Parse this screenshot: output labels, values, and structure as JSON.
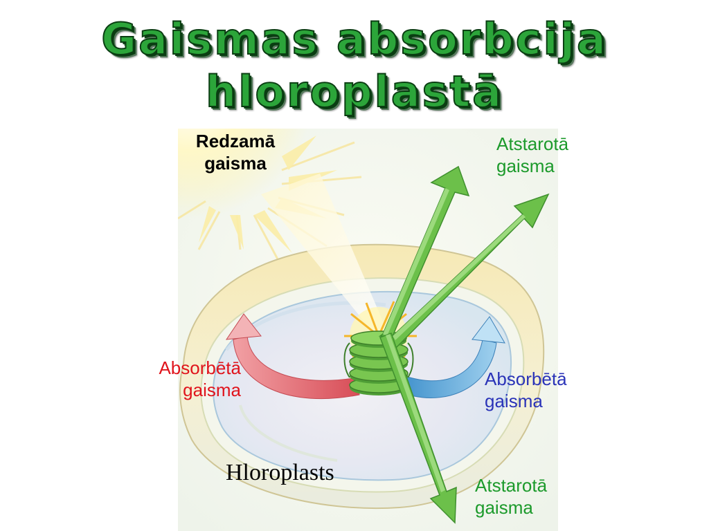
{
  "title": {
    "line1": "Gaismas absorbcija",
    "line2": "hloroplastā"
  },
  "labels": {
    "visible_light": [
      "Redzamā",
      "gaisma"
    ],
    "reflected_top": [
      "Atstarotā",
      "gaisma"
    ],
    "absorbed_left": [
      "Absorbētā",
      "gaisma"
    ],
    "absorbed_right": [
      "Absorbētā",
      "gaisma"
    ],
    "reflected_bottom": [
      "Atstarotā",
      "gaisma"
    ],
    "chloroplast": "Hloroplasts"
  },
  "colors": {
    "title_fill": "#2ca53a",
    "title_outline": "#0a3d12",
    "reflected_label": "#1c9a2b",
    "absorbed_red_label": "#e0141c",
    "absorbed_blue_label": "#2a33b8",
    "reflected_arrow": "#6cc04a",
    "absorbed_red_arrow": "#e0666e",
    "absorbed_blue_arrow": "#5aa6d8",
    "chloroplast_body": "#f3efcf",
    "thylakoid_stack": "#6cc04a",
    "sun": "#fff3b0"
  },
  "icons": [
    "sun-icon",
    "thylakoid-stack-icon"
  ]
}
